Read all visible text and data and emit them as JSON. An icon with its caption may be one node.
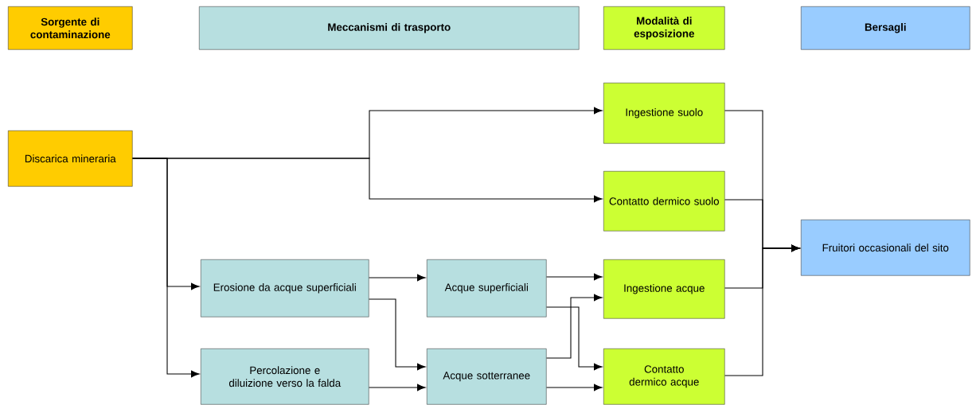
{
  "diagram": {
    "nodes": [
      {
        "text": [
          "Sorgente di contaminazione"
        ]
      },
      {
        "text": [
          "Meccanismi di trasporto"
        ]
      },
      {
        "text": [
          "Modalità di esposizione"
        ]
      },
      {
        "text": [
          "Bersagli"
        ]
      },
      {
        "text": [
          "Discarica mineraria"
        ]
      },
      {
        "text": [
          "Ingestione suolo"
        ]
      },
      {
        "text": [
          "Contatto dermico suolo"
        ]
      },
      {
        "text": [
          "Erosione da acque superficiali"
        ]
      },
      {
        "text": [
          "Acque superficiali"
        ]
      },
      {
        "text": [
          "Ingestione acque"
        ]
      },
      {
        "text": [
          "Percolazione e diluizione verso la falda"
        ]
      },
      {
        "text": [
          "Acque sotterranee"
        ]
      },
      {
        "text": [
          "Contatto dermico acque"
        ]
      },
      {
        "text": [
          "Fruitori occasionali del sito"
        ]
      }
    ],
    "edges": [
      {
        "from": 4,
        "to": 5,
        "arrow": "to"
      },
      {
        "from": 4,
        "to": 6,
        "arrow": "to"
      },
      {
        "from": 4,
        "to": 7,
        "arrow": "to"
      },
      {
        "from": 4,
        "to": 10,
        "arrow": "to"
      },
      {
        "from": 7,
        "to": 8,
        "arrow": "to"
      },
      {
        "from": 7,
        "to": 11,
        "arrow": "to"
      },
      {
        "from": 10,
        "to": 11,
        "arrow": "to"
      },
      {
        "from": 8,
        "to": 9,
        "arrow": "to"
      },
      {
        "from": 8,
        "to": 12,
        "arrow": "to"
      },
      {
        "from": 11,
        "to": 9,
        "arrow": "to"
      },
      {
        "from": 11,
        "to": 12,
        "arrow": "to"
      },
      {
        "from": 5,
        "to": 13,
        "arrow": "to"
      },
      {
        "from": 6,
        "to": 13,
        "arrow": "to"
      },
      {
        "from": 9,
        "to": 13,
        "arrow": "to"
      },
      {
        "from": 12,
        "to": 13,
        "arrow": "to"
      }
    ]
  }
}
